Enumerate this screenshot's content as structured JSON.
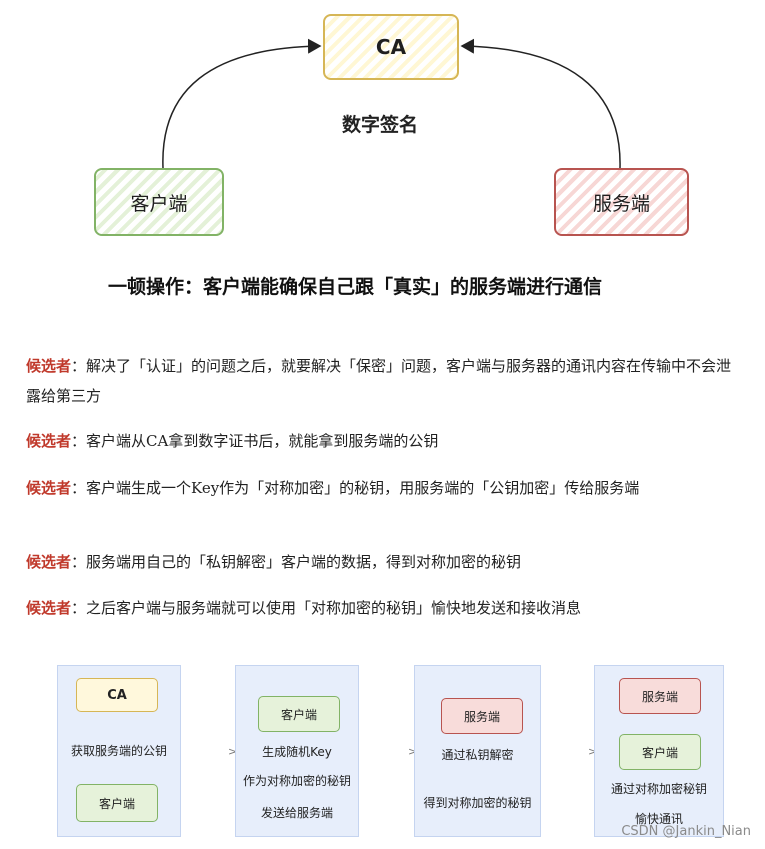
{
  "diagram": {
    "ca": "CA",
    "client": "客户端",
    "server": "服务端",
    "signature_label": "数字签名",
    "summary": "一顿操作：客户端能确保自己跟「真实」的服务端进行通信"
  },
  "candidates": [
    {
      "tag": "候选者",
      "sep": "：",
      "text": "解决了「认证」的问题之后，就要解决「保密」问题，客户端与服务器的通讯内容在传输中不会泄露给第三方"
    },
    {
      "tag": "候选者",
      "sep": "：",
      "text": "客户端从CA拿到数字证书后，就能拿到服务端的公钥"
    },
    {
      "tag": "候选者",
      "sep": "：",
      "text": "客户端生成一个Key作为「对称加密」的秘钥，用服务端的「公钥加密」传给服务端"
    },
    {
      "tag": "候选者",
      "sep": "：",
      "text": "服务端用自己的「私钥解密」客户端的数据，得到对称加密的秘钥"
    },
    {
      "tag": "候选者",
      "sep": "：",
      "text": "之后客户端与服务端就可以使用「对称加密的秘钥」愉快地发送和接收消息"
    }
  ],
  "steps": [
    {
      "box_top": "CA",
      "text1": "获取服务端的公钥",
      "box_bottom": "客户端"
    },
    {
      "box": "客户端",
      "text1": "生成随机Key",
      "text2": "作为对称加密的秘钥",
      "text3": "发送给服务端"
    },
    {
      "box": "服务端",
      "text1": "通过私钥解密",
      "text2": "得到对称加密的秘钥"
    },
    {
      "box_top": "服务端",
      "box_mid": "客户端",
      "text1": "通过对称加密秘钥",
      "text2": "愉快通讯"
    }
  ],
  "arrow_glyph": ">",
  "watermark": "CSDN @Jankin_Nian",
  "colors": {
    "candidate_tag": "#c0392b",
    "yellow_border": "#d6b656",
    "green_border": "#82b366",
    "red_border": "#b85450",
    "panel_bg": "#e7eefb"
  }
}
